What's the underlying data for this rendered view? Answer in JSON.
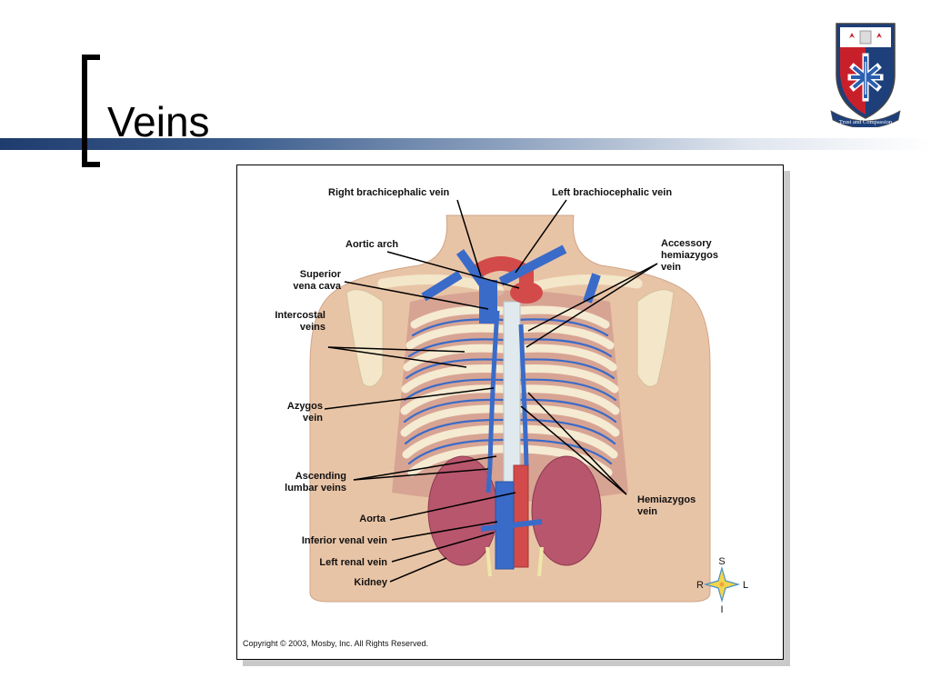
{
  "slide": {
    "title": "Veins"
  },
  "logo": {
    "motto": "Trust and Compassion"
  },
  "figure": {
    "labels": {
      "right_brachiocephalic": "Right brachicephalic vein",
      "left_brachiocephalic": "Left brachiocephalic vein",
      "aortic_arch": "Aortic arch",
      "accessory_hemiazygos": [
        "Accessory",
        "hemiazygos",
        "vein"
      ],
      "superior_vena_cava": [
        "Superior",
        "vena cava"
      ],
      "intercostal_veins": [
        "Intercostal",
        "veins"
      ],
      "azygos_vein": [
        "Azygos",
        "vein"
      ],
      "ascending_lumbar": [
        "Ascending",
        "lumbar veins"
      ],
      "hemiazygos_vein": [
        "Hemiazygos",
        "vein"
      ],
      "aorta": "Aorta",
      "inferior_venal_vein": "Inferior venal vein",
      "left_renal_vein": "Left renal  vein",
      "kidney": "Kidney"
    },
    "compass": {
      "up": "S",
      "down": "I",
      "left": "R",
      "right": "L"
    },
    "copyright": "Copyright © 2003, Mosby, Inc. All Rights Reserved."
  },
  "colors": {
    "vein": "#3a6bc8",
    "artery": "#d24a4a",
    "kidney": "#b8566d",
    "skin": "#e8c4a6"
  }
}
